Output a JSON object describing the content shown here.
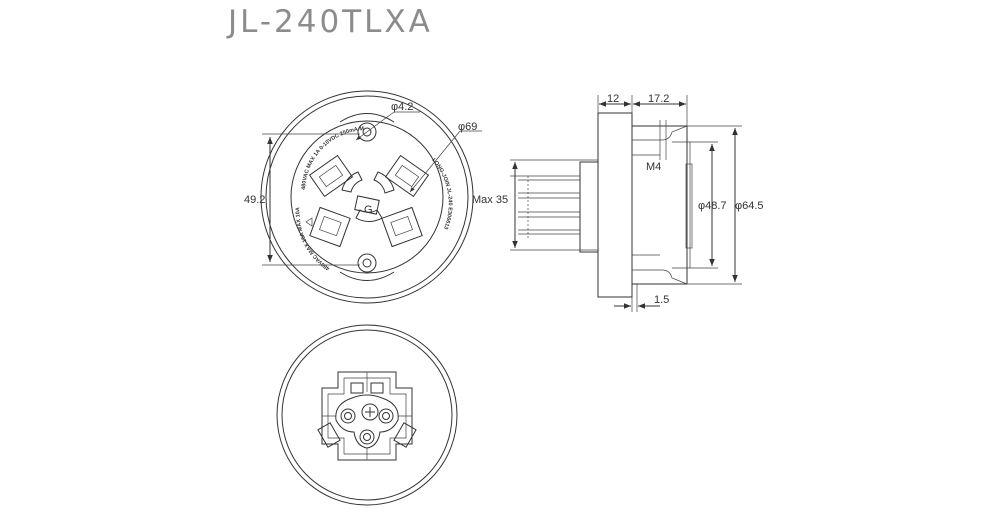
{
  "title": "JL-240TLXA",
  "front_view": {
    "hole_dia": "φ4.2",
    "outer_dia": "φ69",
    "hole_spacing": "49.2",
    "ring_text_top": "480VAC MAX 1A 0-10VDC 250mA MAX",
    "ring_text_left": "480VAC MAX 15A MAX 10A",
    "ring_text_right": "LONG-JOIN JL-240 E306613",
    "slot_label": "G"
  },
  "side_view": {
    "flange_thickness": "12",
    "body_depth": "17.2",
    "thread": "M4",
    "lead_length": "Max 35",
    "inner_dia": "φ48.7",
    "body_dia": "φ64.5",
    "lip": "1.5"
  },
  "colors": {
    "line": "#333333",
    "title": "#8c8c8c"
  }
}
